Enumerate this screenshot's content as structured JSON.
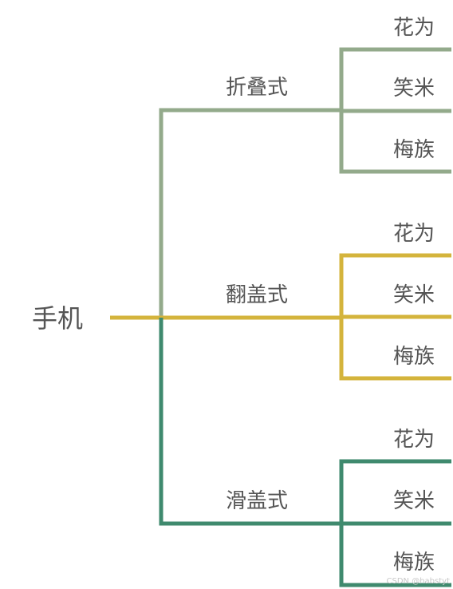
{
  "root": {
    "label": "手机"
  },
  "colors": {
    "branch_1": "#93aa8b",
    "branch_2": "#d4b43c",
    "branch_3": "#3f8a6e",
    "text": "#555555"
  },
  "categories": [
    {
      "label": "折叠式",
      "leaves": [
        "花为",
        "笑米",
        "梅族"
      ]
    },
    {
      "label": "翻盖式",
      "leaves": [
        "花为",
        "笑米",
        "梅族"
      ]
    },
    {
      "label": "滑盖式",
      "leaves": [
        "花为",
        "笑米",
        "梅族"
      ]
    }
  ],
  "watermark": "CSDN @habstyt"
}
